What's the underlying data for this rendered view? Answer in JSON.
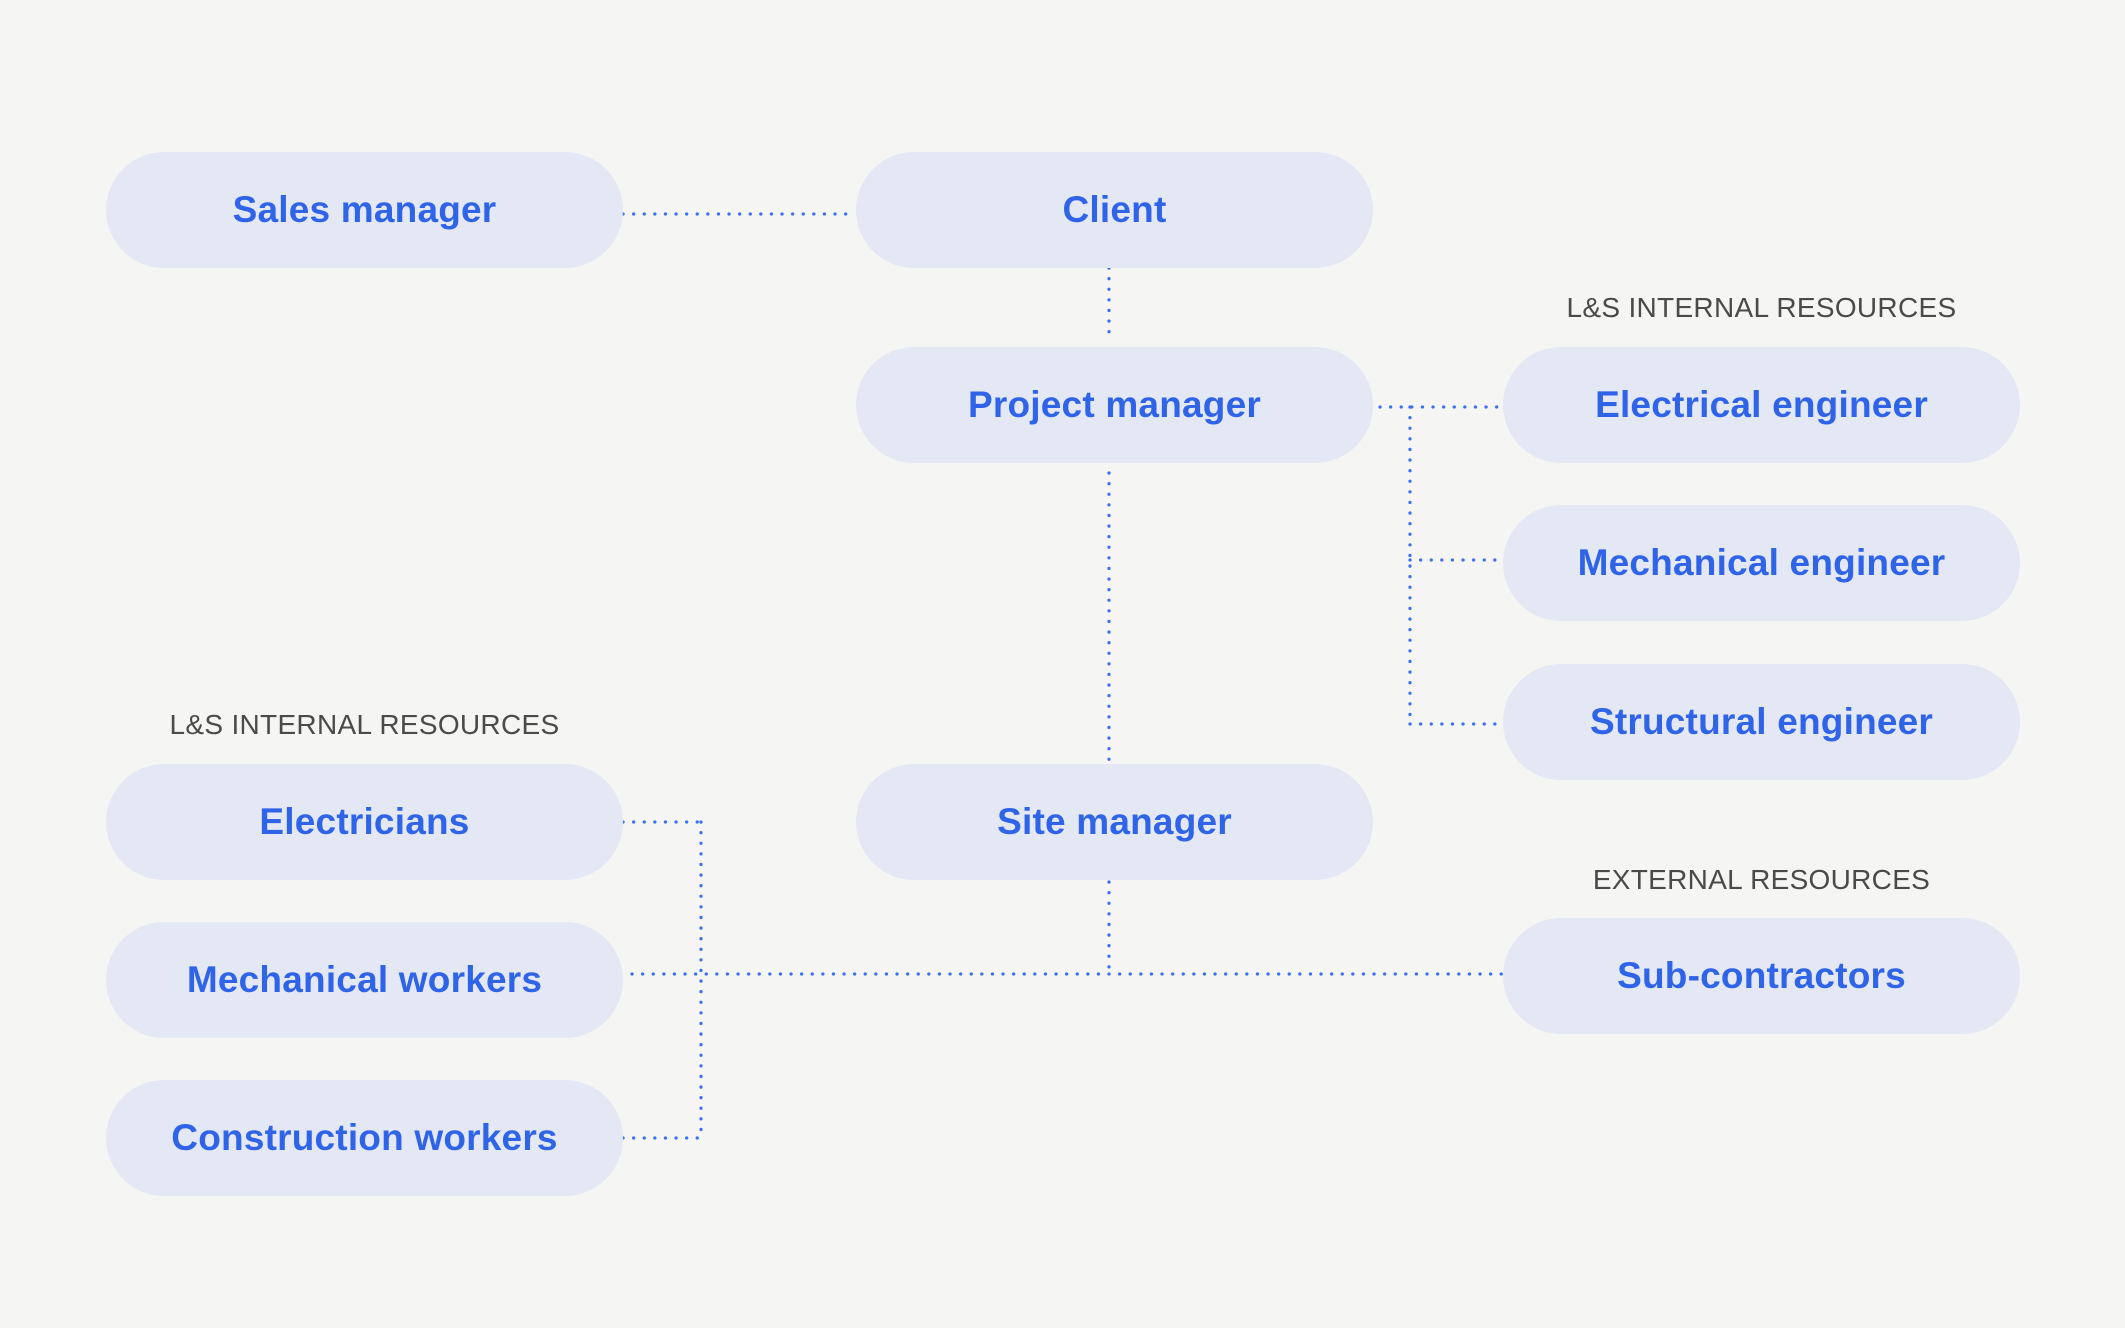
{
  "diagram": {
    "nodes": {
      "sales_manager": "Sales manager",
      "client": "Client",
      "project_manager": "Project manager",
      "electrical_engineer": "Electrical engineer",
      "mechanical_engineer": "Mechanical engineer",
      "structural_engineer": "Structural engineer",
      "site_manager": "Site manager",
      "sub_contractors": "Sub-contractors",
      "electricians": "Electricians",
      "mechanical_workers": "Mechanical workers",
      "construction_workers": "Construction workers"
    },
    "groups": {
      "engineers": "L&S INTERNAL RESOURCES",
      "workers": "L&S INTERNAL RESOURCES",
      "external": "EXTERNAL RESOURCES"
    },
    "edges": [
      [
        "sales_manager",
        "client"
      ],
      [
        "client",
        "project_manager"
      ],
      [
        "project_manager",
        "electrical_engineer"
      ],
      [
        "project_manager",
        "mechanical_engineer"
      ],
      [
        "project_manager",
        "structural_engineer"
      ],
      [
        "project_manager",
        "site_manager"
      ],
      [
        "site_manager",
        "sub_contractors"
      ],
      [
        "site_manager",
        "electricians"
      ],
      [
        "site_manager",
        "mechanical_workers"
      ],
      [
        "site_manager",
        "construction_workers"
      ]
    ],
    "colors": {
      "background": "#f5f5f3",
      "node_fill": "#e3e8f4",
      "node_text": "#2f63e8",
      "connector": "#3b6ff0",
      "group_label": "#4a4a4a"
    }
  }
}
